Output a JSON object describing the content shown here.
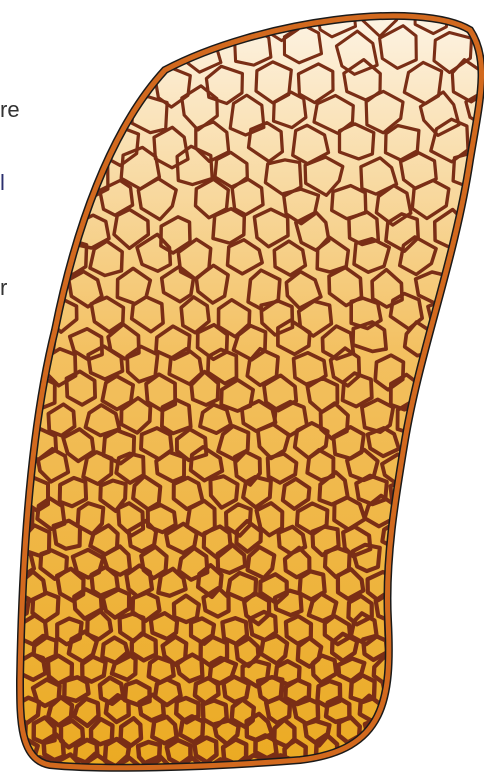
{
  "fragments": [
    "re",
    "l",
    "r"
  ],
  "colors": {
    "outline": "#d2691e",
    "cell_wall": "#7a2e16",
    "fill_top": "#fdf3e3",
    "fill_mid": "#f3c060",
    "fill_bottom": "#ebaa22"
  }
}
